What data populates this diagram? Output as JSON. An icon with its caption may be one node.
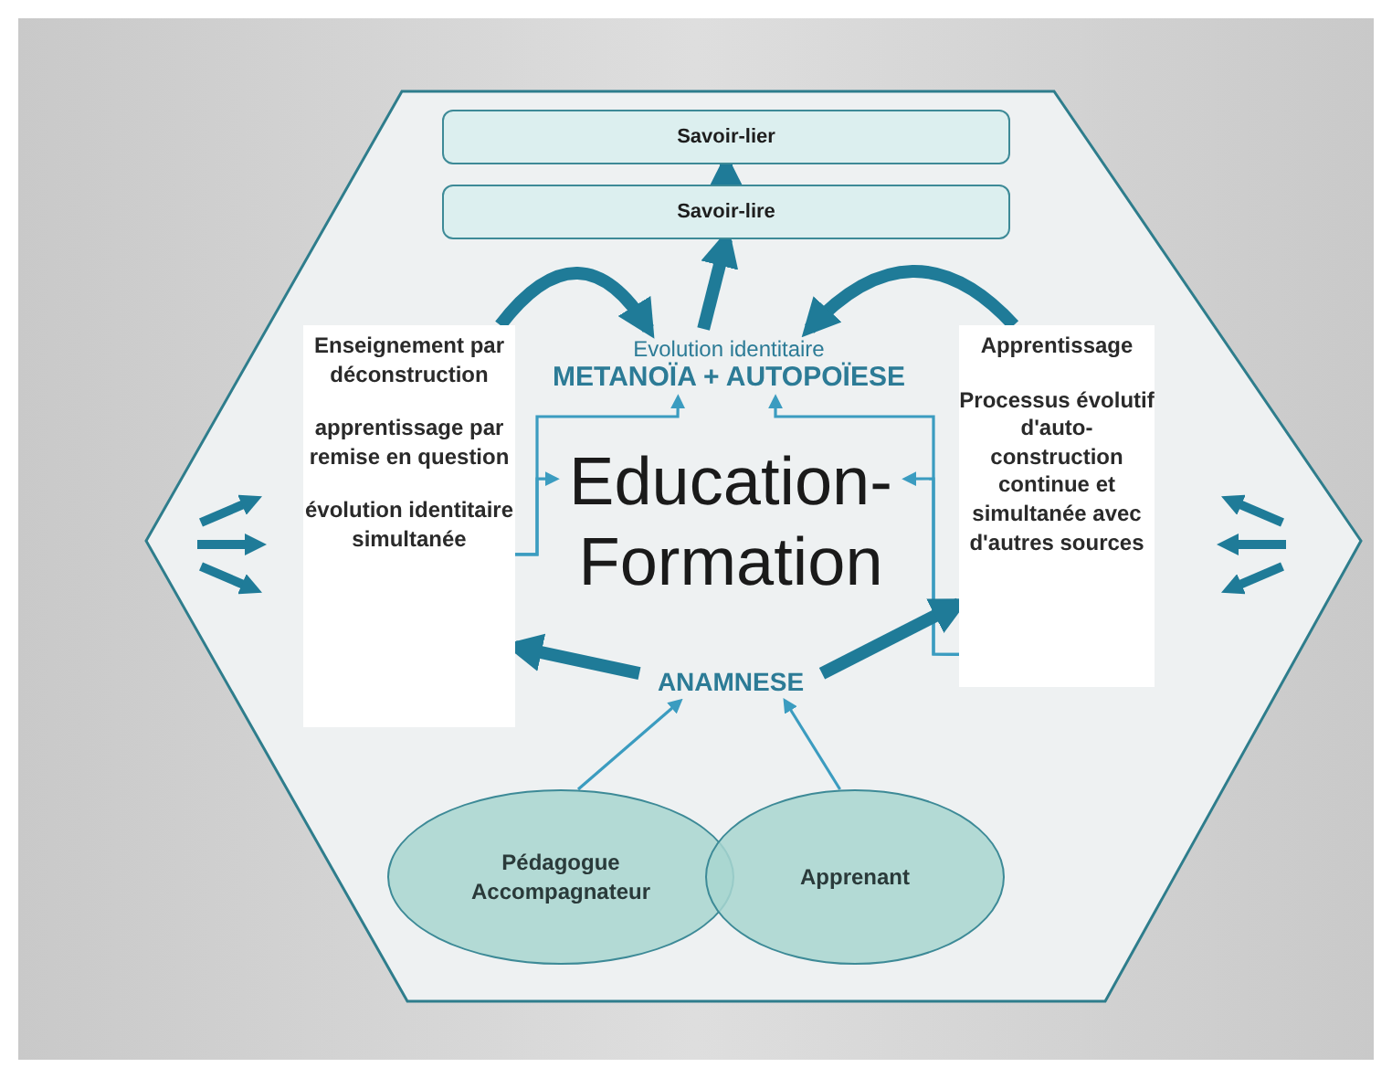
{
  "diagram": {
    "nodes": [
      {
        "text": [
          "Savoir-lier"
        ]
      },
      {
        "text": [
          "Savoir-lire"
        ]
      },
      {
        "text": [
          "Evolution identitaire",
          "METANOÏA + AUTOPOÏESE"
        ]
      },
      {
        "text": [
          "Enseignement par déconstruction",
          "apprentissage par remise en question",
          "évolution identitaire simultanée"
        ]
      },
      {
        "text": [
          "Education-Formation"
        ]
      },
      {
        "text": [
          "Apprentissage",
          "Processus évolutif d'auto-construction continue et simultanée avec d'autres sources"
        ]
      },
      {
        "text": [
          "ANAMNESE"
        ]
      },
      {
        "text": [
          "Pédagogue Accompagnateur"
        ]
      },
      {
        "text": [
          "Apprenant"
        ]
      }
    ],
    "edges": [
      {
        "from": 1,
        "to": 0,
        "arrow": "to",
        "style": "thick"
      },
      {
        "from": 2,
        "to": 1,
        "arrow": "to",
        "style": "thick"
      },
      {
        "from": 3,
        "to": 2,
        "arrow": "to",
        "style": "thick"
      },
      {
        "from": 5,
        "to": 2,
        "arrow": "to",
        "style": "thick"
      },
      {
        "from": 3,
        "to": 4,
        "arrow": "to"
      },
      {
        "from": 3,
        "to": 2,
        "arrow": "to"
      },
      {
        "from": 5,
        "to": 4,
        "arrow": "to"
      },
      {
        "from": 5,
        "to": 2,
        "arrow": "to"
      },
      {
        "from": 6,
        "to": 3,
        "arrow": "to",
        "style": "thick"
      },
      {
        "from": 6,
        "to": 5,
        "arrow": "to",
        "style": "thick"
      },
      {
        "from": 7,
        "to": 6,
        "arrow": "to"
      },
      {
        "from": 8,
        "to": 6,
        "arrow": "to"
      }
    ]
  }
}
